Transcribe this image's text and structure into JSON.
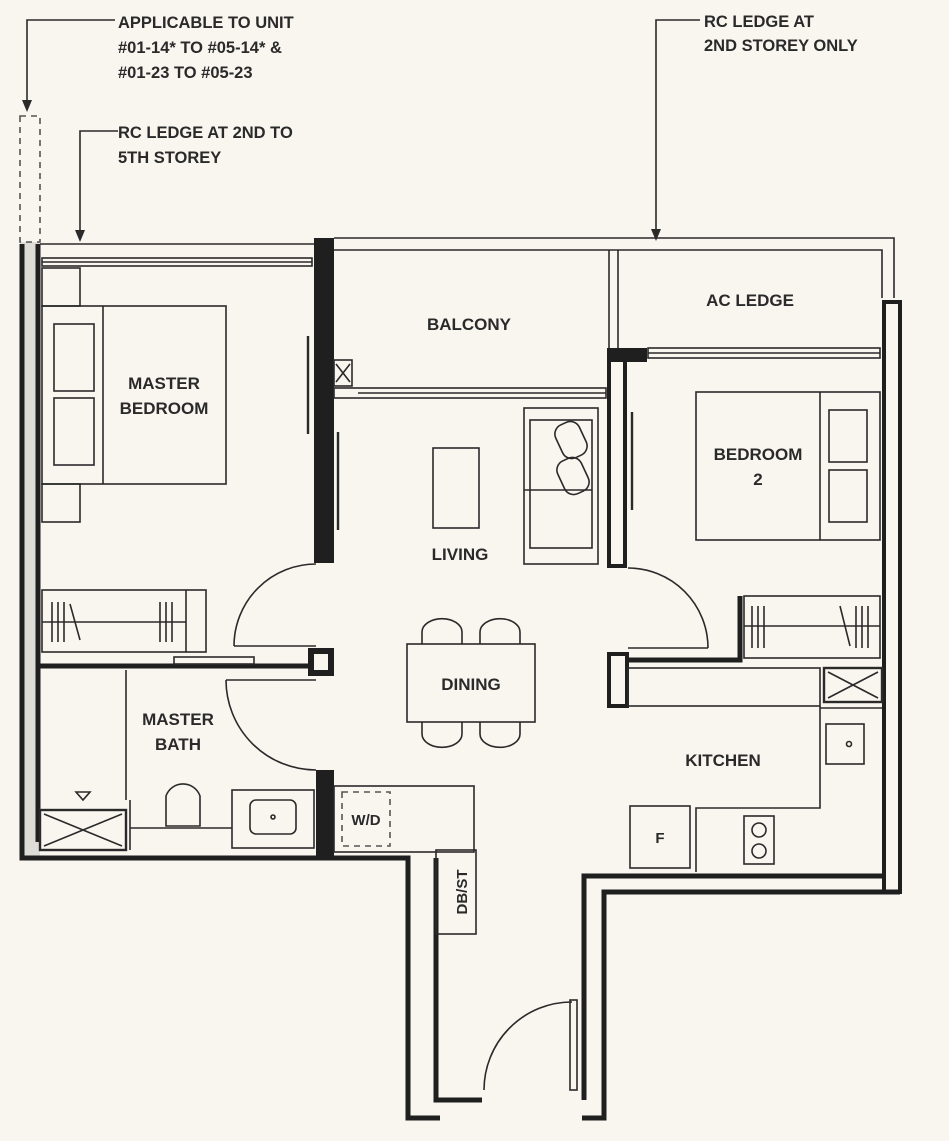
{
  "notes": {
    "applicable_line1": "APPLICABLE TO UNIT",
    "applicable_line2": "#01-14* TO #05-14* &",
    "applicable_line3": "#01-23 TO #05-23",
    "rc_ledge_2_5_line1": "RC LEDGE AT 2ND TO",
    "rc_ledge_2_5_line2": "5TH STOREY",
    "rc_ledge_2nd_line1": "RC LEDGE AT",
    "rc_ledge_2nd_line2": "2ND STOREY ONLY"
  },
  "rooms": {
    "balcony": "BALCONY",
    "ac_ledge": "AC LEDGE",
    "master_bedroom_line1": "MASTER",
    "master_bedroom_line2": "BEDROOM",
    "bedroom2_line1": "BEDROOM",
    "bedroom2_line2": "2",
    "living": "LIVING",
    "dining": "DINING",
    "master_bath_line1": "MASTER",
    "master_bath_line2": "BATH",
    "kitchen": "KITCHEN",
    "wd": "W/D",
    "dbst": "DB/ST",
    "fridge": "F"
  },
  "colors": {
    "background": "#f9f6f0",
    "ink": "#1f1f1f"
  }
}
